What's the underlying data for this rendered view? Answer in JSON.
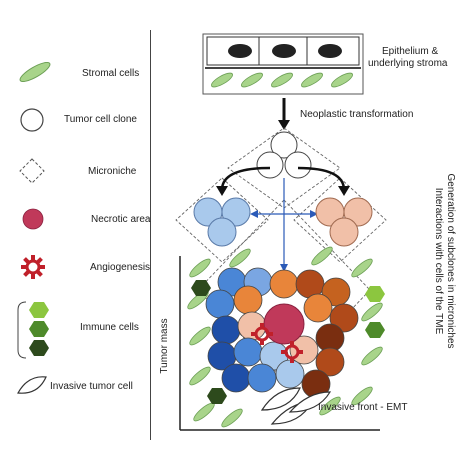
{
  "legend": [
    {
      "key": "stromal",
      "label": "Stromal cells",
      "icon": "stromal-cell-icon"
    },
    {
      "key": "tumor",
      "label": "Tumor cell clone",
      "icon": "tumor-cell-icon"
    },
    {
      "key": "microniche",
      "label": "Microniche",
      "icon": "microniche-icon"
    },
    {
      "key": "necrotic",
      "label": "Necrotic area",
      "icon": "necrotic-area-icon"
    },
    {
      "key": "angio",
      "label": "Angiogenesis",
      "icon": "angiogenesis-icon"
    },
    {
      "key": "immune",
      "label": "Immune cells",
      "icon": "immune-cell-icon"
    },
    {
      "key": "invasive",
      "label": "Invasive tumor cell",
      "icon": "invasive-cell-icon"
    }
  ],
  "diagram": {
    "epithelium_label_1": "Epithelium &",
    "epithelium_label_2": "underlying stroma",
    "neoplastic_label": "Neoplastic transformation",
    "side_label_1": "Generation of subclones in microniches",
    "side_label_2": "Interactions with cells of the TME",
    "y_axis_label": "Tumor mass",
    "invasive_front_label": "Invasive front - EMT"
  },
  "colors": {
    "stroma_green": "#a8d48a",
    "stroma_stroke": "#6c9f55",
    "necrotic": "#c0395a",
    "angio": "#c0202a",
    "immune_light": "#8cc63f",
    "immune_mid": "#4e8a2a",
    "immune_dark": "#2d4a1c",
    "blue_light": "#a9c9ec",
    "blue_mid": "#4a86d6",
    "blue_dark": "#1f4fa8",
    "peach": "#f1c0a8",
    "orange": "#e8853a",
    "brown": "#b04a1a",
    "dark_brown": "#7a2e10"
  }
}
